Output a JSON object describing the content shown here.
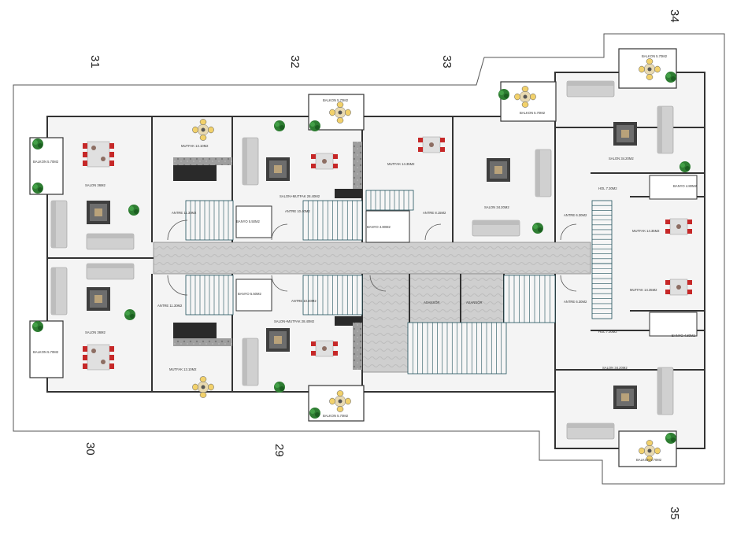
{
  "unit_numbers": {
    "u31": "31",
    "u32": "32",
    "u33": "33",
    "u34": "34",
    "u30": "30",
    "u29": "29",
    "u35": "35"
  },
  "room_labels": {
    "balkon_31": "BALKON 5.70M2",
    "salon_31": "SALON 36M2",
    "mutfak_31": "MUTFAK 13.10M2",
    "antre_31": "ANTRE 11.30M2",
    "balkon_32": "BALKON 5.70M2",
    "salon_mutfak_32": "SALON+MUTFAK 28.40M2",
    "antre_32": "ANTRE 10.40M2",
    "banyo_32": "BANYO 5.50M2",
    "mutfak_33": "MUTFAK 14.35M2",
    "balkon_33": "BALKON 5.70M2",
    "antre_33": "ANTRE 8.15M2",
    "banyo_33": "BANYO 4.80M2",
    "salon_33": "SALON 34.20M2",
    "balkon_34": "BALKON 5.70M2",
    "salon_34": "SALON 34.20M2",
    "hol_34": "HOL 7.30M2",
    "banyo_34": "BANYO 4.80M2",
    "antre_34": "ANTRE 6.30M2",
    "mutfak_34": "MUTFAK 14.35M2",
    "asansor_1": "ASANSÖR",
    "asansor_2": "ASANSÖR",
    "antre_35": "ANTRE 6.30M2",
    "mutfak_35": "MUTFAK 14.35M2",
    "hol_35": "HOL 7.30M2",
    "banyo_35": "BANYO 4.80M2",
    "salon_35": "SALON 34.20M2",
    "balkon_35": "BALKON 5.70M2",
    "balkon_30": "BALKON 5.70M2",
    "salon_30": "SALON 36M2",
    "mutfak_30": "MUTFAK 13.10M2",
    "antre_30": "ANTRE 11.30M2",
    "balkon_29": "BALKON 5.70M2",
    "salon_mutfak_29": "SALON+MUTFAK 28.40M2",
    "antre_29": "ANTRE 10.40M2",
    "banyo_29": "BANYO 5.50M2"
  },
  "colors": {
    "floor": "#f4f4f4",
    "wall": "#333333",
    "corridor": "#c9c9c9",
    "chair": "#c62828",
    "sofa": "#d0d0d0",
    "rug": "#3e3e3e",
    "plant": "#2e7d32",
    "kitchen": "#2a2a2a",
    "stair": "#1f4f5a"
  }
}
